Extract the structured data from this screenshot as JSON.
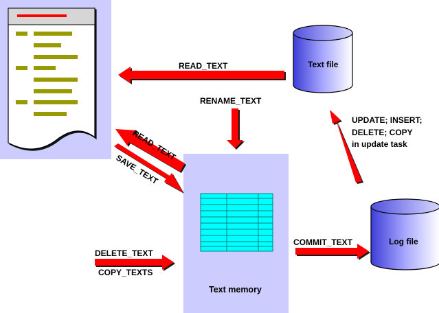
{
  "labels": {
    "read_text_top": "READ_TEXT",
    "rename_text": "RENAME_TEXT",
    "read_text_diag": "READ_TEXT",
    "save_text_diag": "SAVE_TEXT",
    "delete_text": "DELETE_TEXT",
    "copy_texts": "COPY_TEXTS",
    "commit_text": "COMMIT_TEXT",
    "update_task": [
      "UPDATE; INSERT;",
      "DELETE; COPY",
      "in update task"
    ]
  },
  "nodes": {
    "text_file": "Text file",
    "log_file": "Log file",
    "text_memory": "Text memory"
  },
  "colors": {
    "arrow": "#ff0000",
    "lavender": "#ccccff",
    "document_bar": "#999900",
    "document_title_bar": "#ff0000",
    "grid_fill": "#00ffff",
    "grid_line": "#008080"
  },
  "icons": {
    "document": "document-icon",
    "cylinder": "database-cylinder-icon",
    "table": "table-grid-icon"
  }
}
